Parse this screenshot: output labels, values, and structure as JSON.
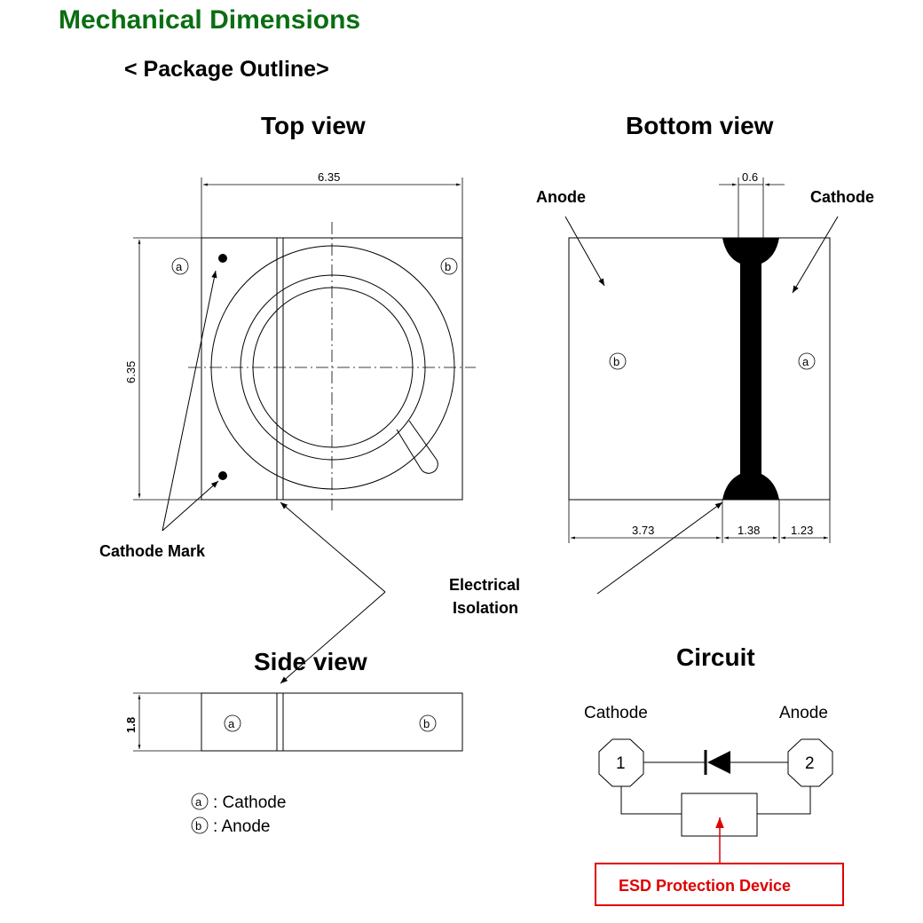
{
  "page_title": "Mechanical Dimensions",
  "subtitle": "< Package Outline>",
  "top_view": {
    "title": "Top view",
    "dim_width": "6.35",
    "dim_height": "6.35",
    "terminal_a": "a",
    "terminal_b": "b"
  },
  "bottom_view": {
    "title": "Bottom view",
    "anode_label": "Anode",
    "cathode_label": "Cathode",
    "dim_gap": "0.6",
    "dim_left": "3.73",
    "dim_mid": "1.38",
    "dim_right": "1.23",
    "terminal_b": "b",
    "terminal_a": "a"
  },
  "annotations": {
    "cathode_mark": "Cathode Mark",
    "electrical_isolation_line1": "Electrical",
    "electrical_isolation_line2": "Isolation"
  },
  "side_view": {
    "title": "Side view",
    "dim_height": "1.8",
    "terminal_a": "a",
    "terminal_b": "b"
  },
  "legend": {
    "a_symbol": "a",
    "a_text": ": Cathode",
    "b_symbol": "b",
    "b_text": ": Anode"
  },
  "circuit": {
    "title": "Circuit",
    "cathode_label": "Cathode",
    "anode_label": "Anode",
    "pin1": "1",
    "pin2": "2",
    "esd_label": "ESD Protection Device",
    "esd_color": "#e00000"
  },
  "colors": {
    "title_green": "#0a6e12",
    "esd_red": "#e00000"
  }
}
